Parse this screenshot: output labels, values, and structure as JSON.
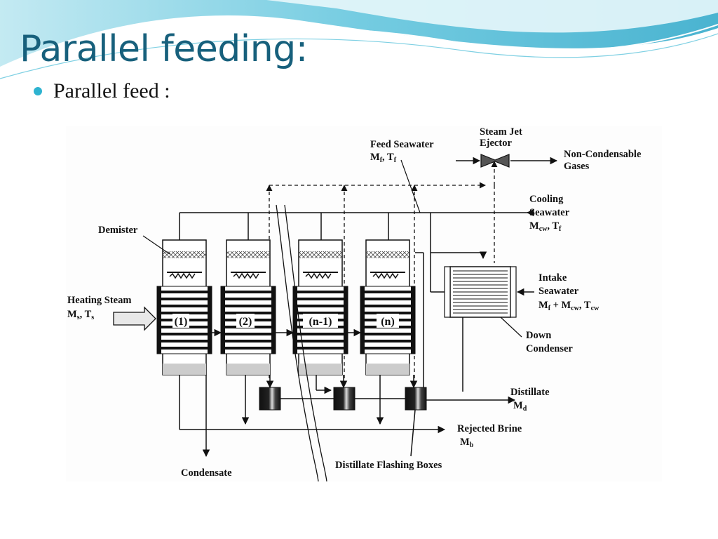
{
  "slide": {
    "title": "Parallel feeding:",
    "bullet": "Parallel feed :",
    "accent_color": "#17607c",
    "bullet_color": "#2eb3d0"
  },
  "diagram": {
    "stages": [
      "(1)",
      "(2)",
      "(n-1)",
      "(n)"
    ],
    "labels": {
      "feed_seawater": "Feed Seawater",
      "steam_jet_ejector_1": "Steam Jet",
      "steam_jet_ejector_2": "Ejector",
      "non_condensable_1": "Non-Condensable",
      "non_condensable_2": "Gases",
      "cooling_seawater_1": "Cooling",
      "cooling_seawater_2": "Seawater",
      "demister": "Demister",
      "intake_seawater_1": "Intake",
      "intake_seawater_2": "Seawater",
      "heating_steam": "Heating Steam",
      "down_condenser_1": "Down",
      "down_condenser_2": "Condenser",
      "distillate": "Distillate",
      "rejected_brine": "Rejected Brine",
      "condensate": "Condensate",
      "distillate_flashing_boxes": "Distillate Flashing Boxes"
    }
  }
}
